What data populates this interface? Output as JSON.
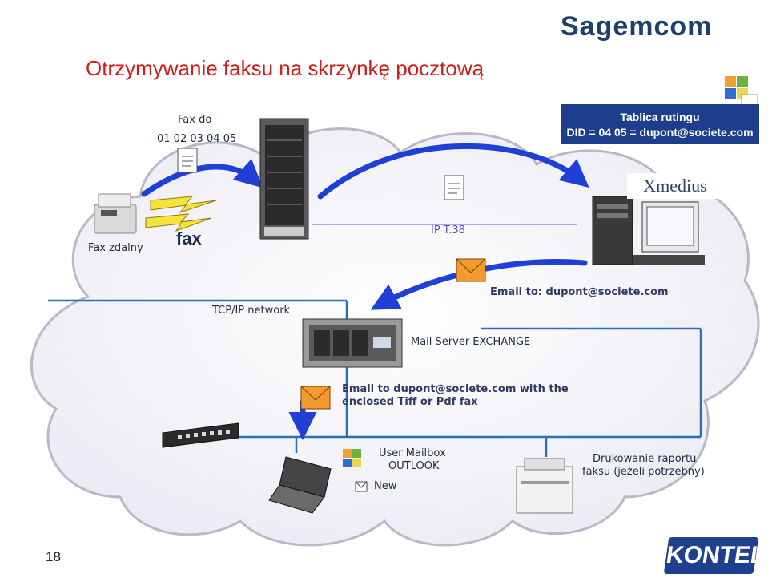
{
  "title": "Otrzymywanie faksu na skrzynkę pocztową",
  "brand_logo": "Sagemcom",
  "fax_to": {
    "line1": "Fax do",
    "line2": "01 02 03 04 05"
  },
  "routing_table": {
    "line1": "Tablica rutingu",
    "line2": "DID = 04 05 = dupont@societe.com"
  },
  "xmedius_label": "Xmedius",
  "fax_remote_label": "Fax zdalny",
  "fax_word": "fax",
  "ip_t38_label": "IP T.38",
  "email_to_label": "Email to: dupont@societe.com",
  "tcpip_label": "TCP/IP network",
  "mail_server_label": "Mail Server EXCHANGE",
  "email_enclosed": {
    "line1": "Email to dupont@societe.com with the",
    "line2": "enclosed Tiff or Pdf fax"
  },
  "mailbox": {
    "line1": "User Mailbox",
    "line2": "OUTLOOK",
    "new_label": "New"
  },
  "printing": {
    "line1": "Drukowanie raportu",
    "line2": "faksu (jeżeli potrzebny)"
  },
  "page_number": "18",
  "kontel_logo": "KONTEL",
  "colors": {
    "title": "#d11a1a",
    "arrow": "#1f3fd6",
    "routing_bg": "#1c3e8c",
    "network_line": "#2a6fbf",
    "cloud_stroke": "#b8b8c8"
  }
}
